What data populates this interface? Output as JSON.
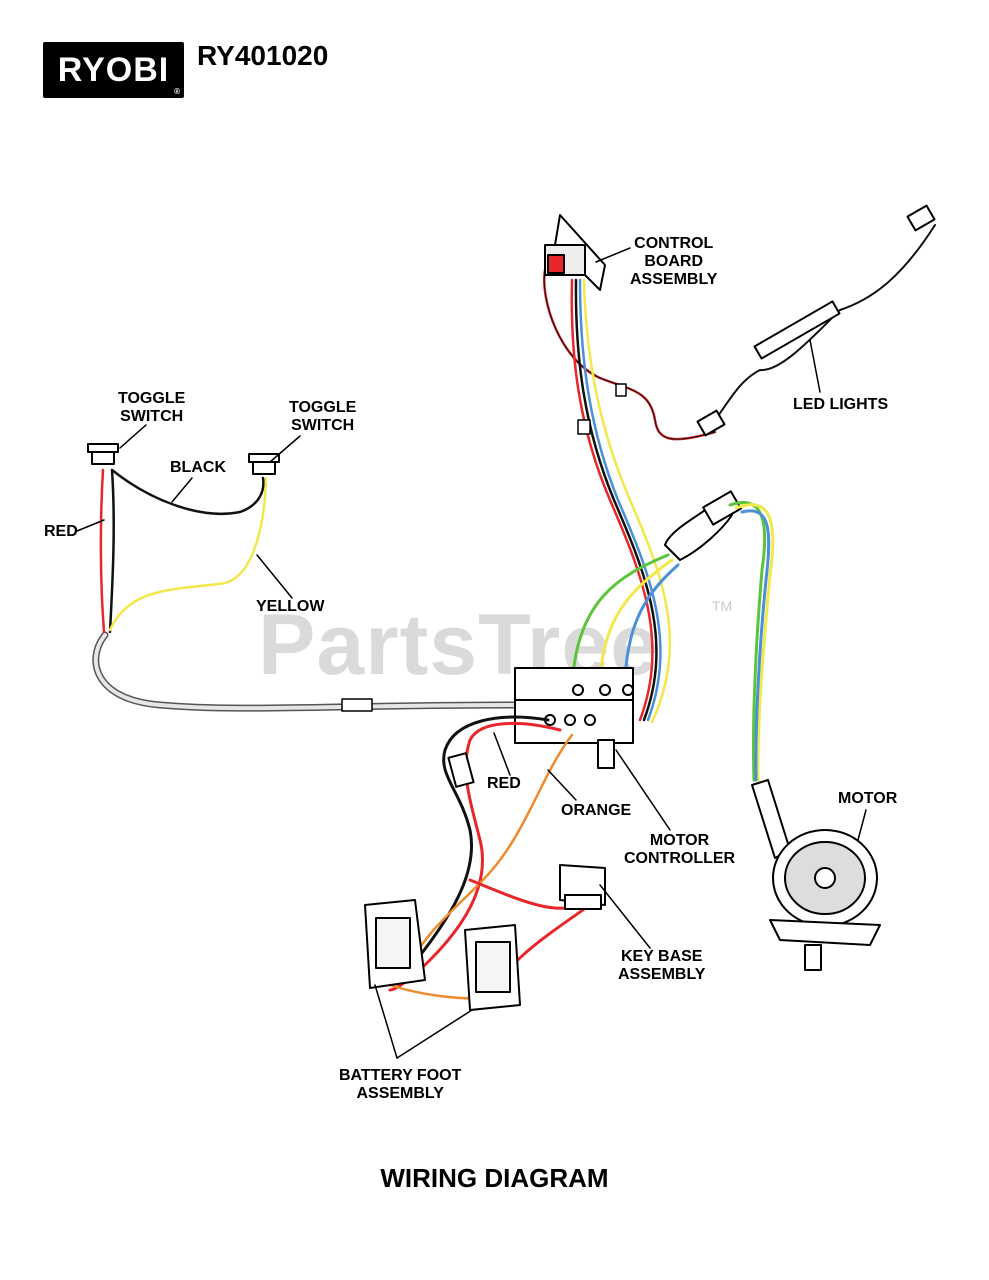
{
  "header": {
    "brand": "RYOBI",
    "model": "RY401020"
  },
  "watermark": {
    "text": "PartsTree",
    "tm": "TM"
  },
  "labels": {
    "control_board_line1": "CONTROL",
    "control_board_line2": "BOARD",
    "control_board_line3": "ASSEMBLY",
    "led_lights": "LED LIGHTS",
    "toggle_left_line1": "TOGGLE",
    "toggle_left_line2": "SWITCH",
    "toggle_right_line1": "TOGGLE",
    "toggle_right_line2": "SWITCH",
    "black": "BLACK",
    "red_left": "RED",
    "yellow": "YELLOW",
    "red_mid": "RED",
    "orange": "ORANGE",
    "motor_controller_line1": "MOTOR",
    "motor_controller_line2": "CONTROLLER",
    "motor": "MOTOR",
    "key_base_line1": "KEY BASE",
    "key_base_line2": "ASSEMBLY",
    "battery_foot_line1": "BATTERY FOOT",
    "battery_foot_line2": "ASSEMBLY"
  },
  "footer": {
    "title": "WIRING DIAGRAM"
  },
  "colors": {
    "red": "#e8262b",
    "black": "#111111",
    "yellow": "#f2e84a",
    "green": "#5cc43a",
    "blue": "#4a8fd8",
    "orange": "#f08a2c",
    "gray": "#cccccc"
  }
}
